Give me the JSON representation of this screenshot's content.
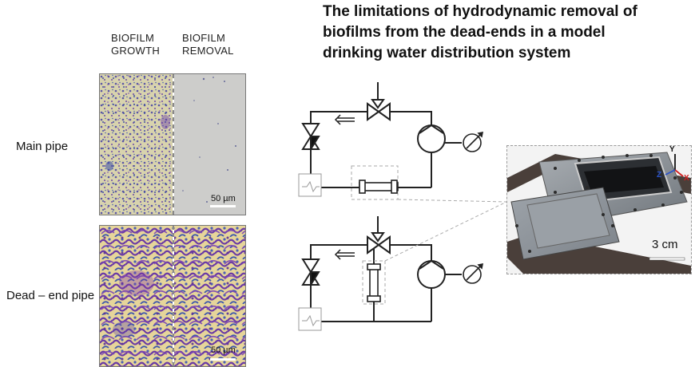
{
  "title": "The limitations of hydrodynamic removal of biofilms from the dead-ends in a model drinking water distribution system",
  "title_lines": [
    "The limitations of hydrodynamic removal of",
    "biofilms from the dead-ends in a model",
    "drinking water distribution system"
  ],
  "columns": {
    "growth_line1": "BIOFILM",
    "growth_line2": "GROWTH",
    "removal_line1": "BIOFILM",
    "removal_line2": "REMOVAL"
  },
  "rows": {
    "main": "Main pipe",
    "dead_end": "Dead – end pipe"
  },
  "scalebars": {
    "micro_main": "50 µm",
    "micro_dead": "50 µm",
    "cad": "3 cm"
  },
  "axes": {
    "x": "X",
    "y": "Y",
    "z": "Z"
  },
  "icons": [
    "valve-icon",
    "check-valve-icon",
    "pump-icon",
    "flowmeter-icon",
    "heater-icon",
    "flow-arrow-icon",
    "flow-cell-icon",
    "axis-triad-icon"
  ],
  "colors": {
    "stain_purple": "#6b2fa3",
    "stain_blue": "#3a4fa8",
    "growth_bg": "#d9d2a8",
    "removal_bg": "#cfcfcf",
    "dead_bg": "#e8d9a0",
    "axis_x": "#d11d1d",
    "axis_y": "#111111",
    "axis_z": "#2a52c9"
  }
}
